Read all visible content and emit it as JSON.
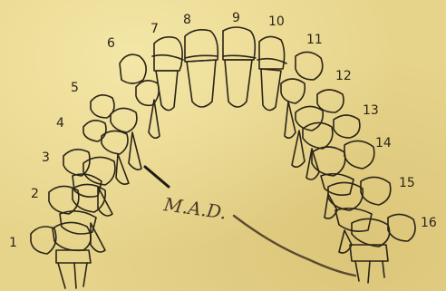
{
  "diagram": {
    "tooth_numbers": [
      "1",
      "2",
      "3",
      "4",
      "5",
      "6",
      "7",
      "8",
      "9",
      "10",
      "11",
      "12",
      "13",
      "14",
      "15",
      "16"
    ],
    "annotation": "M.A.D.",
    "colors": {
      "paper": "#e6d48a",
      "ink": "#2b2418",
      "pencil": "#5c4a30"
    }
  }
}
